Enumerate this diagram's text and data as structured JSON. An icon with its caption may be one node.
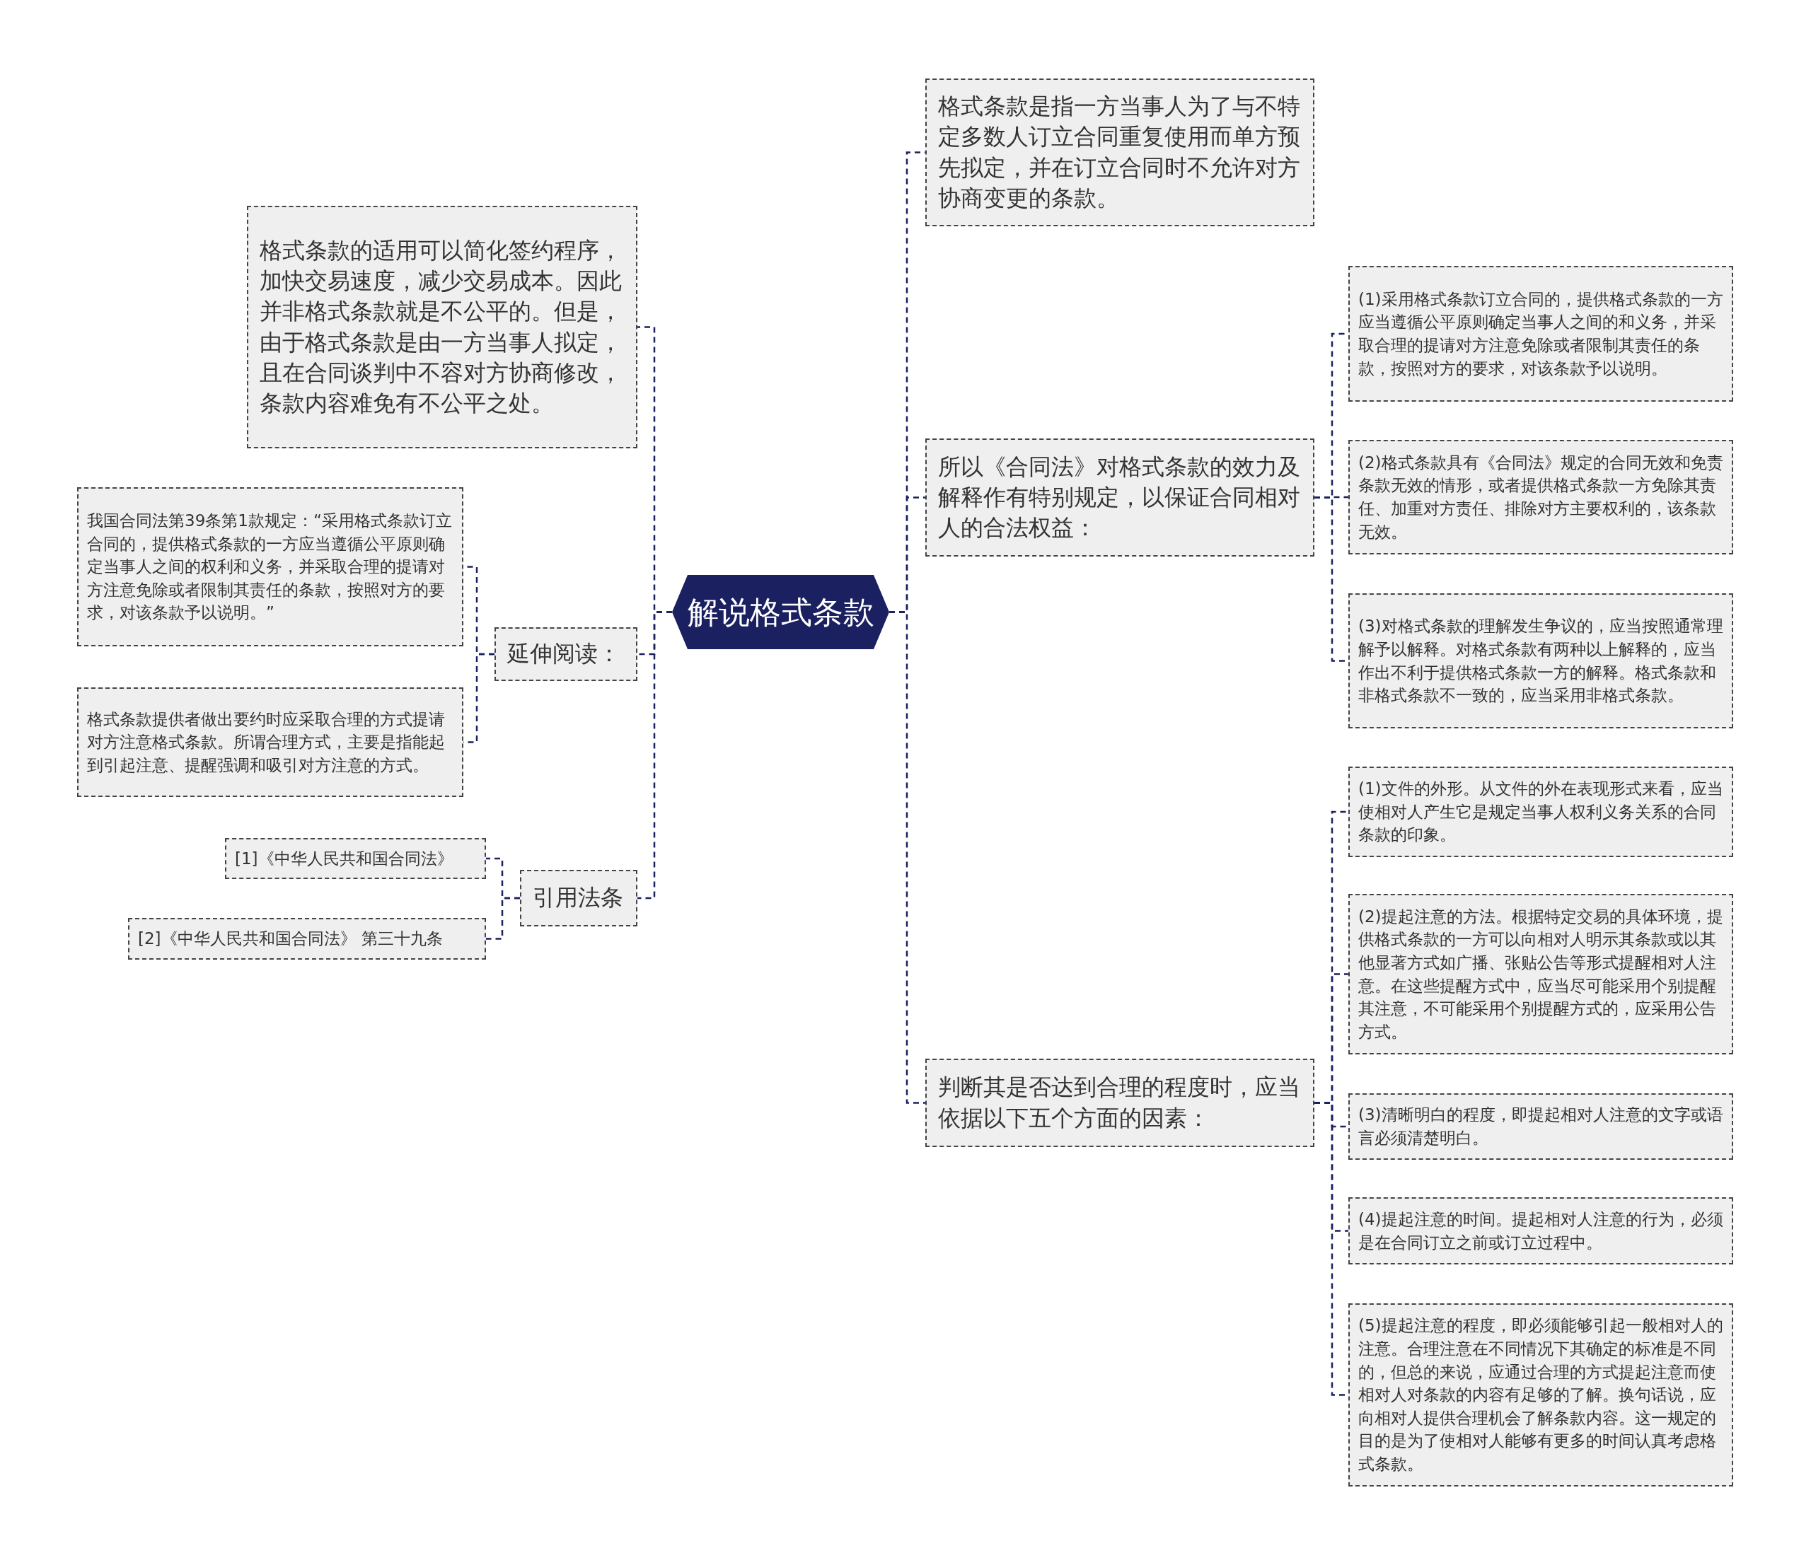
{
  "diagram": {
    "nodes": [
      {
        "text": [
          "解说格式条款"
        ]
      },
      {
        "text": [
          "格式条款是指一方当事人为了与不特定多数人订立合同重复使用而单方预先拟定，并在订立合同时不允许对方协商变更的条款。"
        ]
      },
      {
        "text": [
          "所以《合同法》对格式条款的效力及解释作有特别规定，以保证合同相对人的合法权益："
        ]
      },
      {
        "text": [
          "(1)采用格式条款订立合同的，提供格式条款的一方应当遵循公平原则确定当事人之间的和义务，并采取合理的提请对方注意免除或者限制其责任的条款，按照对方的要求，对该条款予以说明。"
        ]
      },
      {
        "text": [
          "(2)格式条款具有《合同法》规定的合同无效和免责条款无效的情形，或者提供格式条款一方免除其责任、加重对方责任、排除对方主要权利的，该条款无效。"
        ]
      },
      {
        "text": [
          "(3)对格式条款的理解发生争议的，应当按照通常理解予以解释。对格式条款有两种以上解释的，应当作出不利于提供格式条款一方的解释。格式条款和非格式条款不一致的，应当采用非格式条款。"
        ]
      },
      {
        "text": [
          "判断其是否达到合理的程度时，应当依据以下五个方面的因素："
        ]
      },
      {
        "text": [
          "(1)文件的外形。从文件的外在表现形式来看，应当使相对人产生它是规定当事人权利义务关系的合同条款的印象。"
        ]
      },
      {
        "text": [
          "(2)提起注意的方法。根据特定交易的具体环境，提供格式条款的一方可以向相对人明示其条款或以其他显著方式如广播、张贴公告等形式提醒相对人注意。在这些提醒方式中，应当尽可能采用个别提醒其注意，不可能采用个别提醒方式的，应采用公告方式。"
        ]
      },
      {
        "text": [
          "(3)清晰明白的程度，即提起相对人注意的文字或语言必须清楚明白。"
        ]
      },
      {
        "text": [
          "(4)提起注意的时间。提起相对人注意的行为，必须是在合同订立之前或订立过程中。"
        ]
      },
      {
        "text": [
          "(5)提起注意的程度，即必须能够引起一般相对人的注意。合理注意在不同情况下其确定的标准是不同的，但总的来说，应通过合理的方式提起注意而使相对人对条款的内容有足够的了解。换句话说，应向相对人提供合理机会了解条款内容。这一规定的目的是为了使相对人能够有更多的时间认真考虑格式条款。"
        ]
      },
      {
        "text": [
          "格式条款的适用可以简化签约程序，加快交易速度，减少交易成本。因此并非格式条款就是不公平的。但是，由于格式条款是由一方当事人拟定，且在合同谈判中不容对方协商修改，条款内容难免有不公平之处。"
        ]
      },
      {
        "text": [
          "延伸阅读："
        ]
      },
      {
        "text": [
          "我国合同法第39条第1款规定：“采用格式条款订立合同的，提供格式条款的一方应当遵循公平原则确定当事人之间的权利和义务，并采取合理的提请对方注意免除或者限制其责任的条款，按照对方的要求，对该条款予以说明。”"
        ]
      },
      {
        "text": [
          "格式条款提供者做出要约时应采取合理的方式提请对方注意格式条款。所谓合理方式，主要是指能起到引起注意、提醒强调和吸引对方注意的方式。"
        ]
      },
      {
        "text": [
          "引用法条"
        ]
      },
      {
        "text": [
          "[1]《中华人民共和国合同法》"
        ]
      },
      {
        "text": [
          "[2]《中华人民共和国合同法》 第三十九条"
        ]
      }
    ],
    "edges": [
      {
        "from": 0,
        "to": 1,
        "arrow": "none"
      },
      {
        "from": 0,
        "to": 2,
        "arrow": "none"
      },
      {
        "from": 2,
        "to": 3,
        "arrow": "none"
      },
      {
        "from": 2,
        "to": 4,
        "arrow": "none"
      },
      {
        "from": 2,
        "to": 5,
        "arrow": "none"
      },
      {
        "from": 0,
        "to": 6,
        "arrow": "none"
      },
      {
        "from": 6,
        "to": 7,
        "arrow": "none"
      },
      {
        "from": 6,
        "to": 8,
        "arrow": "none"
      },
      {
        "from": 6,
        "to": 9,
        "arrow": "none"
      },
      {
        "from": 6,
        "to": 10,
        "arrow": "none"
      },
      {
        "from": 6,
        "to": 11,
        "arrow": "none"
      },
      {
        "from": 0,
        "to": 12,
        "arrow": "none"
      },
      {
        "from": 0,
        "to": 13,
        "arrow": "none"
      },
      {
        "from": 13,
        "to": 14,
        "arrow": "none"
      },
      {
        "from": 13,
        "to": 15,
        "arrow": "none"
      },
      {
        "from": 0,
        "to": 16,
        "arrow": "none"
      },
      {
        "from": 16,
        "to": 17,
        "arrow": "none"
      },
      {
        "from": 16,
        "to": 18,
        "arrow": "none"
      }
    ]
  }
}
